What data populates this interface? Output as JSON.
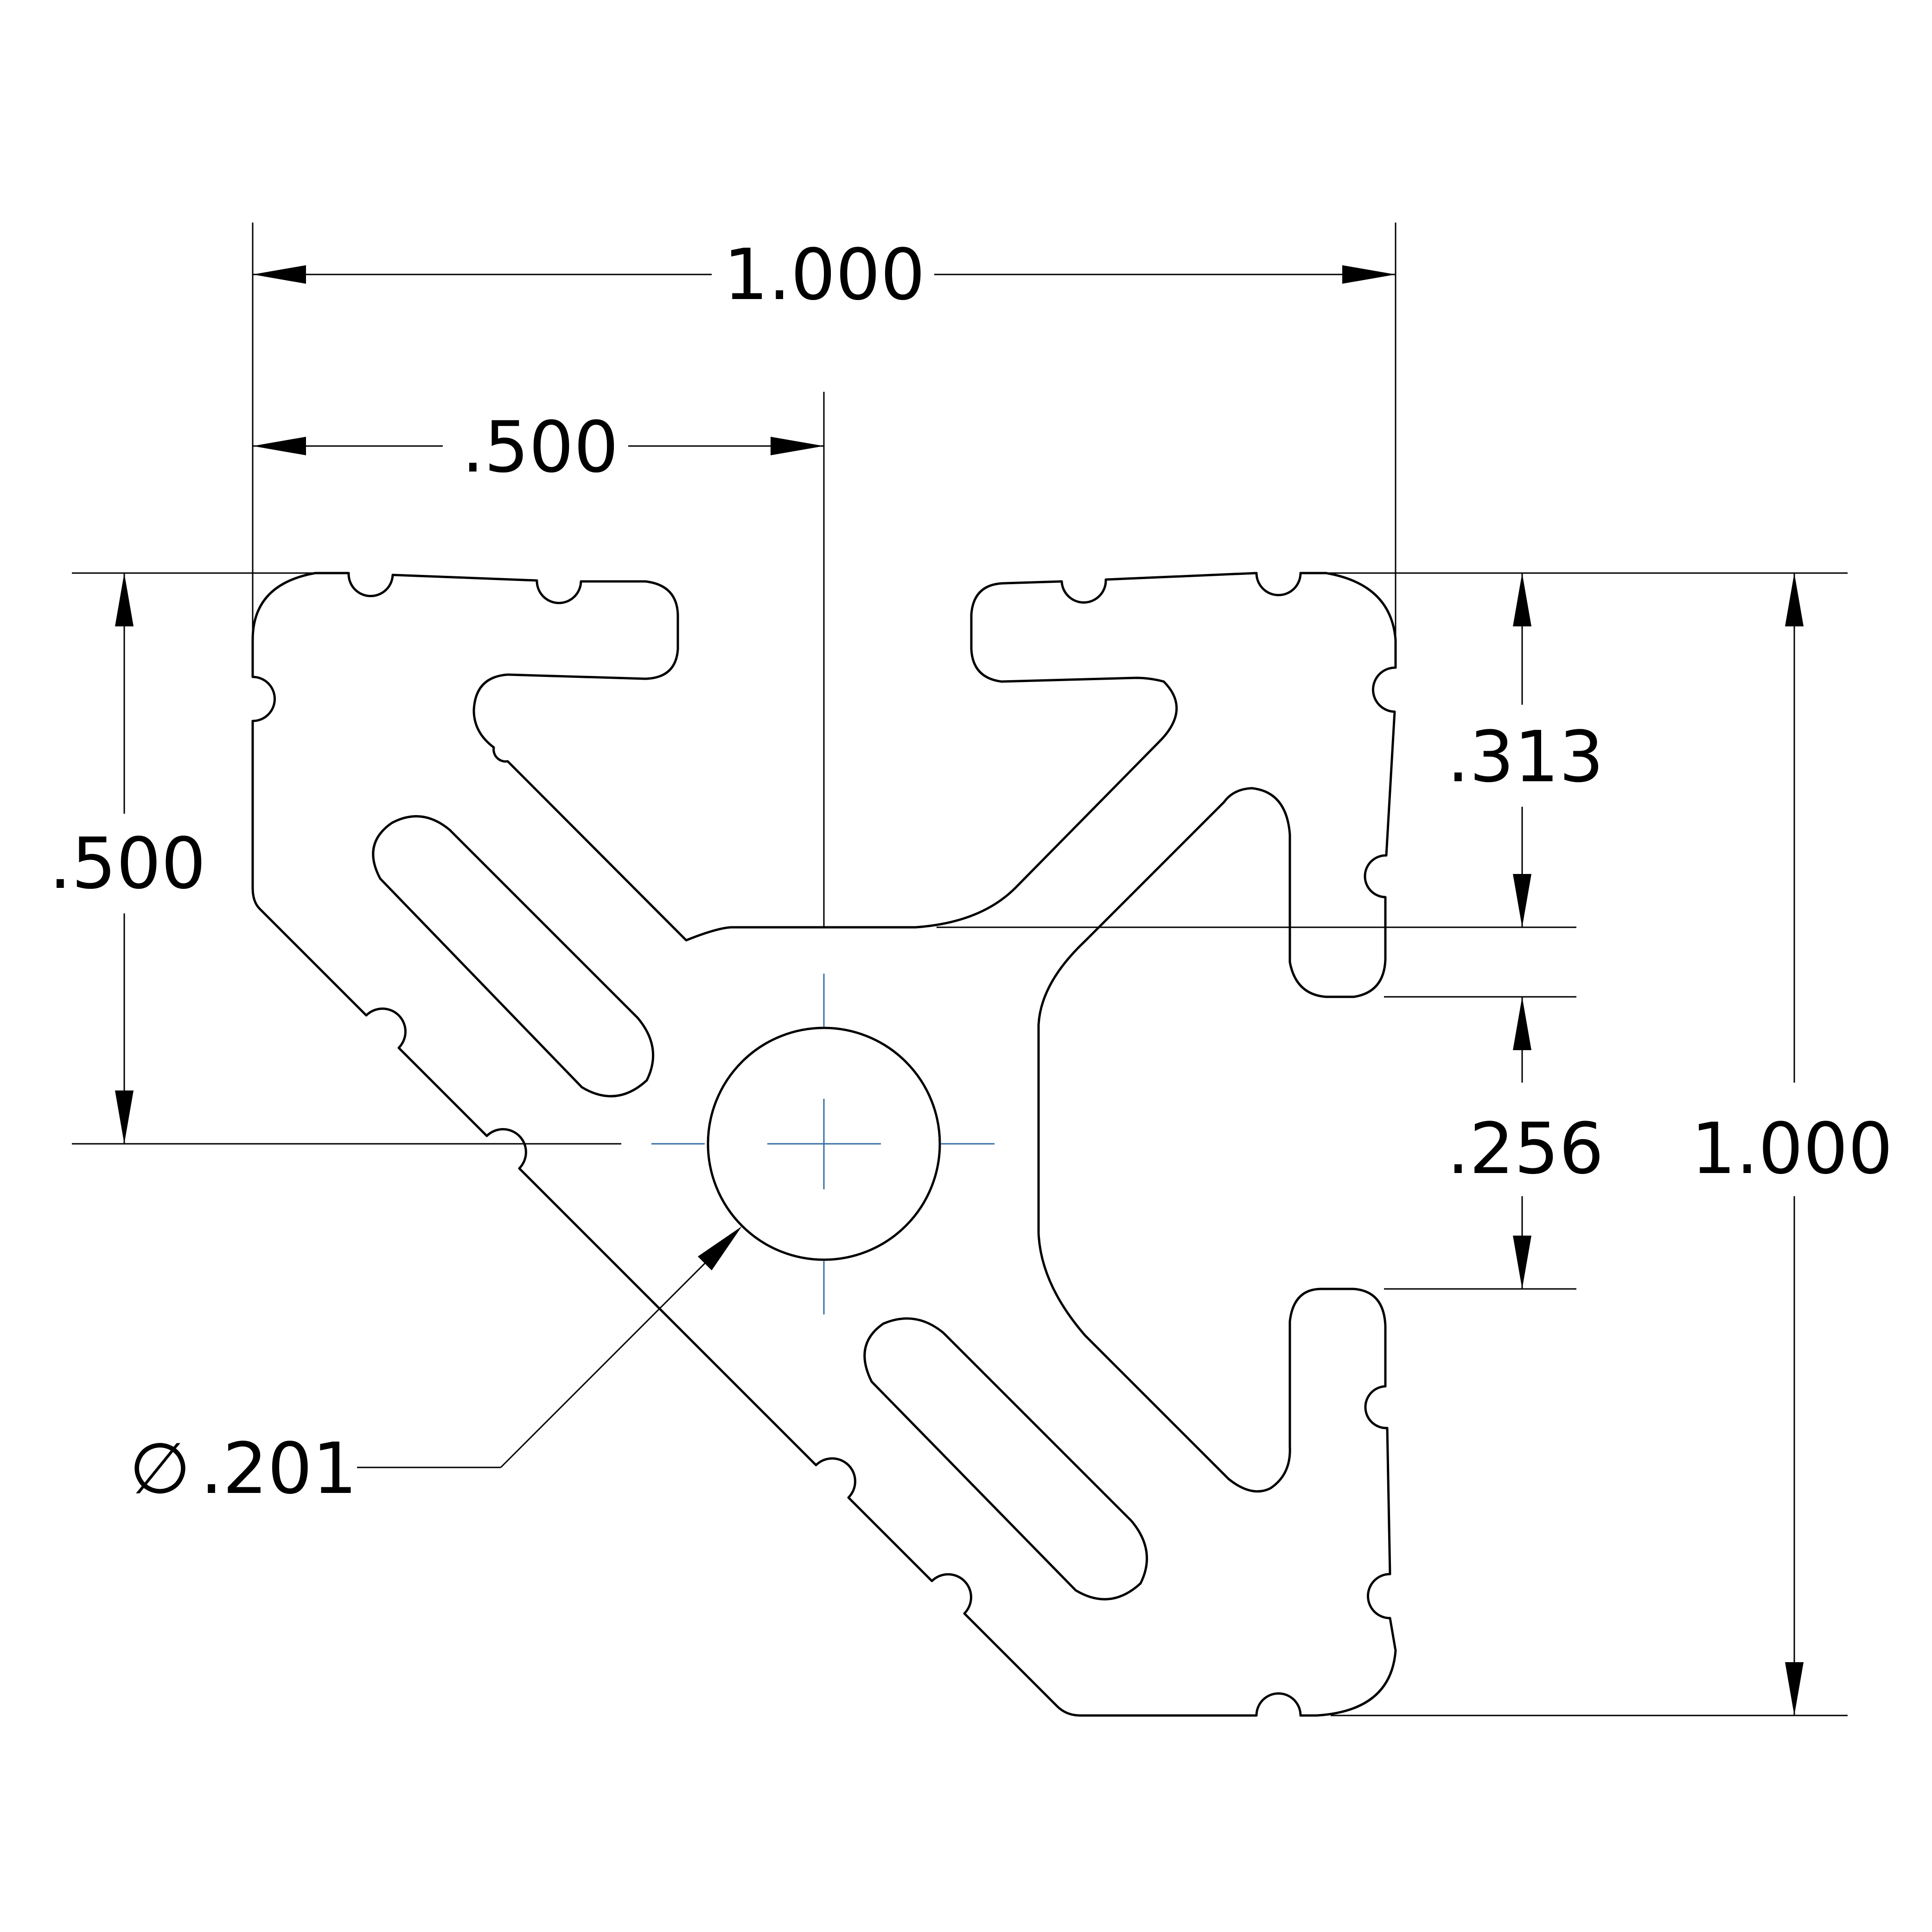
{
  "drawing": {
    "colors": {
      "line": "#000000",
      "center_mark": "#3a6ea5",
      "background": "#ffffff"
    },
    "dimensions": {
      "overall_width": "1.000",
      "half_width": ".500",
      "half_height": ".500",
      "slot_top": ".313",
      "slot_opening": ".256",
      "overall_height": "1.000",
      "bore_diameter_symbol": "∅",
      "bore_diameter": ".201"
    }
  }
}
